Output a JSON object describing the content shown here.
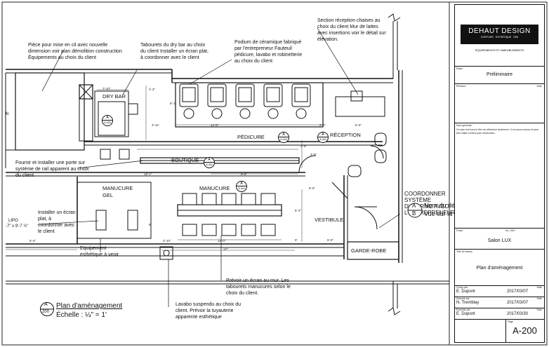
{
  "notes": {
    "piece_cil": "Pièce pour mise en cil avec nouvelle dimension voir plan démolition construction Équipements au choix du client",
    "tabourets_dry": "Tabourets du dry bar au choix du client Installer un écran plat, à coordonner avec le client",
    "podium": "Podium de céramique fabriqué par l'entrepreneur Fauteuil pédicure, lavabo et robinetterie au choix du client",
    "section_reception": "Section réception chaises au choix du client Mur de lattes avec insertions voir le détail sur élévation.",
    "porte_rail": "Fournir et installer une porte sur système de rail apparent au choix du client",
    "ecran_lipo": "Installer un écran plat, à coordonner avec le client",
    "coordonner": "COORDONNER SYSTÈME D'ALARME AVEC L'ENTREPRENEUR",
    "equipement": "Equipement esthétique à venir",
    "prevoir_ecran": "Prévoir un écran au mur. Les tabourets manucures selon le choix du client.",
    "lavabo": "Lavabo suspendu au choix du client. Prévoir la tuyauterie apparente esthétique"
  },
  "rooms": {
    "dry_bar": "DRY BAR",
    "pedicure": "PÉDICURE",
    "reception": "RÉCEPTION",
    "boutique": "BOUTIQUE",
    "manucure_gel": "MANUCURE GEL",
    "manucure": "MANUCURE",
    "vestibule": "VESTIBULE",
    "garde_robe": "GARDE-ROBE",
    "lipo": "LIPO",
    "lipo_dim": "-7\" x 9'-7 ½\"",
    "edge_letter": "N"
  },
  "bubbles": {
    "pedicure": {
      "top": "A",
      "bottom": "A-400"
    },
    "reception": {
      "top": "A",
      "bottom": "A-401"
    },
    "dry_bar": {
      "top": "A",
      "bottom": "A-403"
    },
    "boutique": {
      "top": "A",
      "bottom": "A-402"
    },
    "manucure": {
      "top": "A",
      "bottom": "A-404"
    }
  },
  "dimensions": {
    "d1": "7'-10\"",
    "d2": "4'-3\"",
    "d3": "5'-1\"",
    "d4": "3'-11\"",
    "d5": "14'-8\"",
    "d6": "2'-0\"",
    "d7": "8'-0\"",
    "d8": "2'-8\"",
    "d9": "3'-0\"",
    "d10": "18'-1\"",
    "d11": "6'-6\"",
    "d12": "8'-0\"",
    "d13": "8'",
    "d14": "5'-4\"",
    "d15": "3'-10\"",
    "d16": "12'-0\"",
    "d17": "12\"",
    "d18": "5'-4\"",
    "d19": "9'",
    "d20": "5'-0\""
  },
  "legend": {
    "top": "A",
    "bottom": "B",
    "line1": "Nom du détail",
    "line2": "Vue sur la page"
  },
  "drawing_title": {
    "bubble_top": "A",
    "bubble_bottom": "200",
    "title": "Plan d'aménagement",
    "scale": "Échelle : ¼\" = 1'"
  },
  "title_block": {
    "company": "DEHAUT DESIGN",
    "company_sub": "COIFFURE · ESTHÉTIQUE · SPA",
    "company_line": "ÉQUIPEMENTS ET AMEUBLEMENTS",
    "etape_label": "Étape",
    "etape_value": "Préliminaire",
    "revision_label": "Révision",
    "date_label": "Date",
    "note_label": "Note générale :",
    "note_text": "Ce plan est fourni à titre de référence seulement. Il n'a aucun sceau et peut être utilisé comme plan d'exécution.",
    "projet_label": "Projet",
    "projet_no": "No. 2067",
    "projet_value": "Salon LUX",
    "titre_label": "Titre du dessin",
    "titre_value": "Plan d'aménagement",
    "conçu_label": "Conçu par",
    "conçu_value": "E. Dupont",
    "conçu_date": "2017/03/07",
    "dessine_label": "Dessiné par",
    "dessine_value": "N. Tremblay",
    "dessine_date": "2017/03/07",
    "examine_label": "Examiné par",
    "examine_value": "E. Dupont",
    "examine_date": "2017/03/30",
    "page_label": "Page",
    "page_value": "A-200"
  }
}
